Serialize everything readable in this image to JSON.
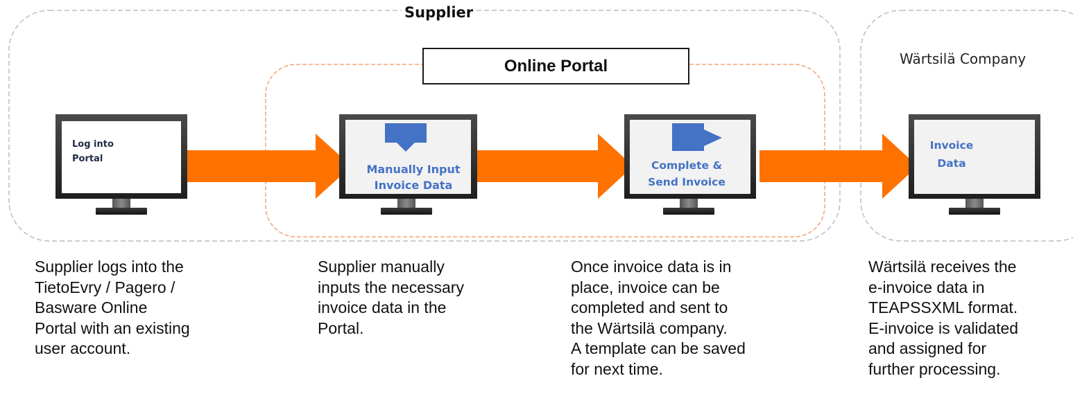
{
  "groups": {
    "supplier_title": "Supplier",
    "wartsila_title": "Wärtsilä Company",
    "portal_title": "Online Portal"
  },
  "steps": [
    {
      "screen_lines": [
        "Log into",
        "Portal"
      ],
      "icon": "none"
    },
    {
      "screen_lines": [
        "Manually Input",
        "Invoice Data"
      ],
      "icon": "down-arrow-icon"
    },
    {
      "screen_lines": [
        "Complete &",
        "Send Invoice"
      ],
      "icon": "right-arrow-icon"
    },
    {
      "screen_lines": [
        "Invoice",
        "Data"
      ],
      "icon": "none"
    }
  ],
  "descriptions": [
    [
      "Supplier logs into the",
      "TietoEvry / Pagero /",
      "Basware Online",
      "Portal with an existing",
      "user account."
    ],
    [
      "Supplier manually",
      "inputs the necessary",
      "invoice data in the",
      "Portal."
    ],
    [
      "Once invoice data is in",
      "place, invoice can be",
      "completed and sent to",
      "the Wärtsilä company.",
      "A template can be saved",
      "for next time."
    ],
    [
      "Wärtsilä receives the",
      "e-invoice data in",
      "TEAPSSXML format.",
      "E-invoice is validated",
      "and assigned for",
      "further processing."
    ]
  ],
  "colors": {
    "arrow": "#ff7200",
    "screen_text": "#4472c4",
    "icon_fill": "#4472c4",
    "supplier_border": "#bdbdbd",
    "portal_border": "#f4a477"
  }
}
